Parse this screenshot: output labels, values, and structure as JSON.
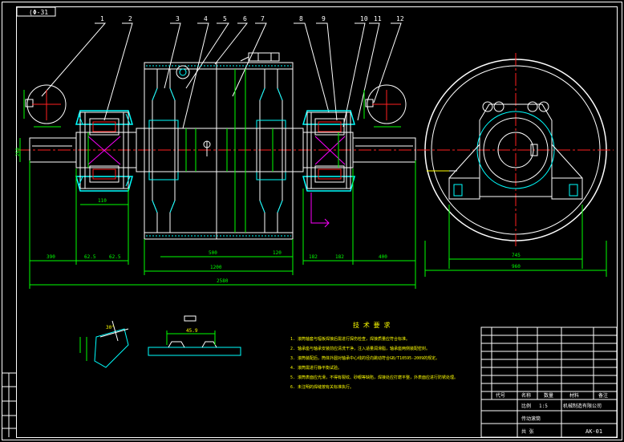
{
  "drawing": {
    "corner_tag": "(Φ-31",
    "colors": {
      "background": "#000000",
      "frame": "#ffffff",
      "dimension": "#00ff00",
      "centerline": "#ff2020",
      "hatch": "#00ffff",
      "annotation": "#ffff00",
      "magenta": "#ff00ff"
    }
  },
  "leaders": [
    {
      "label": "1"
    },
    {
      "label": "2"
    },
    {
      "label": "3"
    },
    {
      "label": "4"
    },
    {
      "label": "5"
    },
    {
      "label": "6"
    },
    {
      "label": "7"
    },
    {
      "label": "8"
    },
    {
      "label": "9"
    },
    {
      "label": "10"
    },
    {
      "label": "11"
    },
    {
      "label": "12"
    }
  ],
  "dimensions": {
    "d_390": "390",
    "d_62_5_a": "62.5",
    "d_62_5_b": "62.5",
    "d_500": "500",
    "d_120": "120",
    "d_182_a": "182",
    "d_182_b": "182",
    "d_400": "400",
    "d_110": "110",
    "d_2580": "2580",
    "d_1200": "1200",
    "d_260": "260",
    "d_745": "745",
    "d_960": "960",
    "detail_angle": "30°",
    "detail_dim": "45.9"
  },
  "tech_requirements": {
    "title": "技 术 要 求",
    "lines": [
      "1. 滚筒轴套与辐板焊接后需进行探伤检查，焊接质量应符合标准。",
      "2. 轴承座与轴承安装前应清洗干净，注入适量润滑脂，轴承座两侧装配密封。",
      "3. 滚筒装配后，筒体外圆对轴承中心线的径向跳动符合GB/T10595-2009的规定。",
      "4. 滚筒需进行静平衡试验。",
      "5. 滚筒表面应光滑，不得有裂纹、砂眼等缺陷，焊接处应打磨平整，外表面应进行防锈处理。",
      "6. 未注明的焊缝按有关标准执行。"
    ]
  },
  "title_block": {
    "company": "机械制造有限公司",
    "part_name": "传动滚筒",
    "drawing_no": "AK-01",
    "header_no": "代号",
    "header_name": "名称",
    "header_qty": "数量",
    "header_material": "材料",
    "header_remark": "备注",
    "scale_label": "比例",
    "scale_value": "1:5",
    "sheet_label": "共 张"
  }
}
